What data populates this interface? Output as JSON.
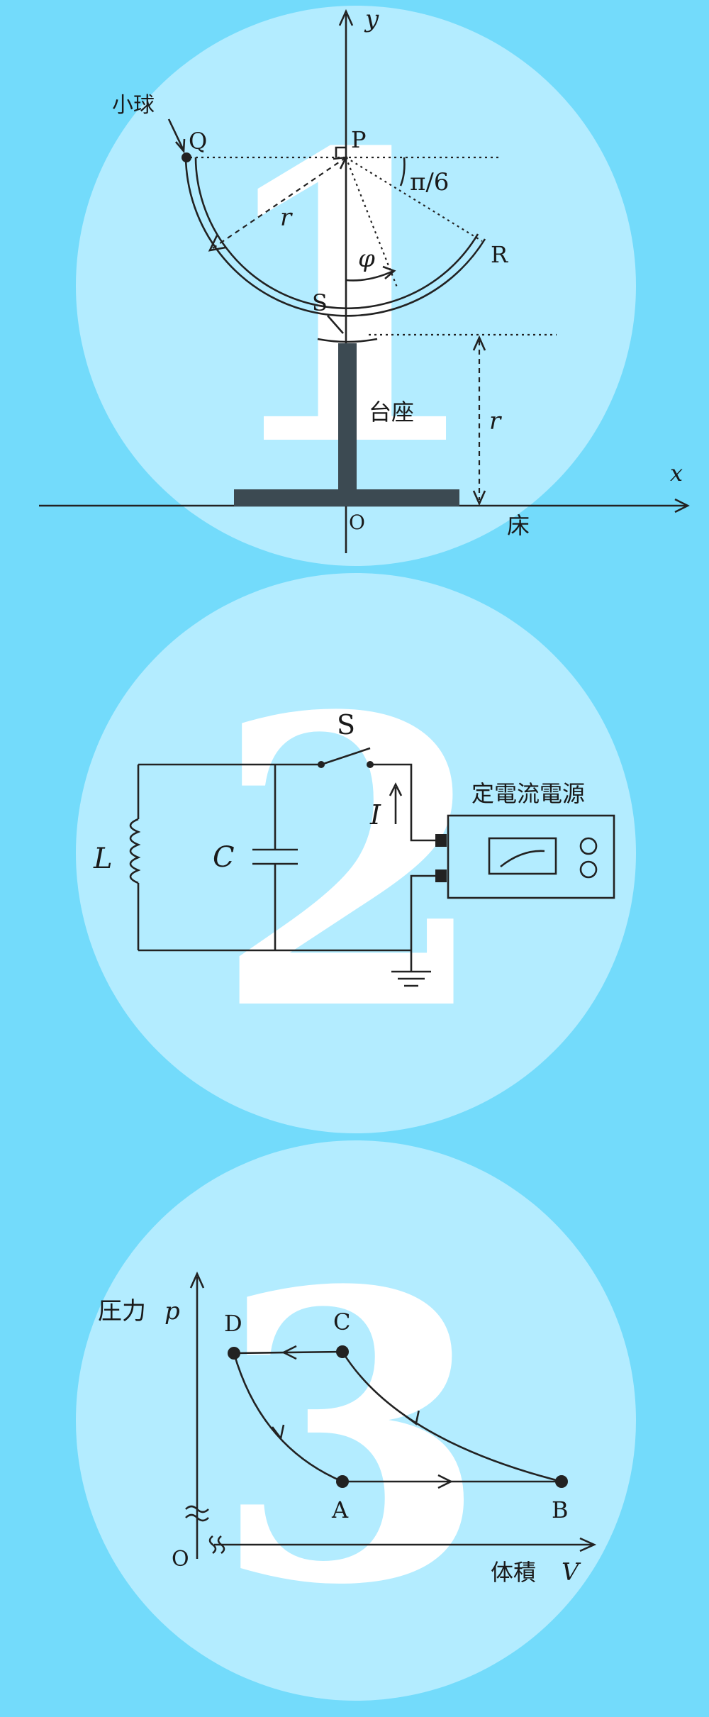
{
  "panel1": {
    "number": "1",
    "labels": {
      "ball": "小球",
      "Q": "Q",
      "P": "P",
      "R": "R",
      "S": "S",
      "r_radius": "r",
      "r_height": "r",
      "angle_R": "π/6",
      "phi": "φ",
      "stand": "台座",
      "floor": "床",
      "origin": "O",
      "x_axis": "x",
      "y_axis": "y"
    }
  },
  "panel2": {
    "number": "2",
    "labels": {
      "switch": "S",
      "inductor": "L",
      "capacitor": "C",
      "current": "I",
      "source": "定電流電源"
    }
  },
  "panel3": {
    "number": "3",
    "labels": {
      "ylabel": "圧力",
      "ylabel_var": "p",
      "xlabel": "体積",
      "xlabel_var": "V",
      "origin": "O",
      "A": "A",
      "B": "B",
      "C": "C",
      "D": "D"
    }
  },
  "colors": {
    "background": "#73dbfb",
    "circle": "#b3ecff",
    "ink": "#222222",
    "numeral": "#ffffff",
    "stand": "#3c4a52"
  }
}
